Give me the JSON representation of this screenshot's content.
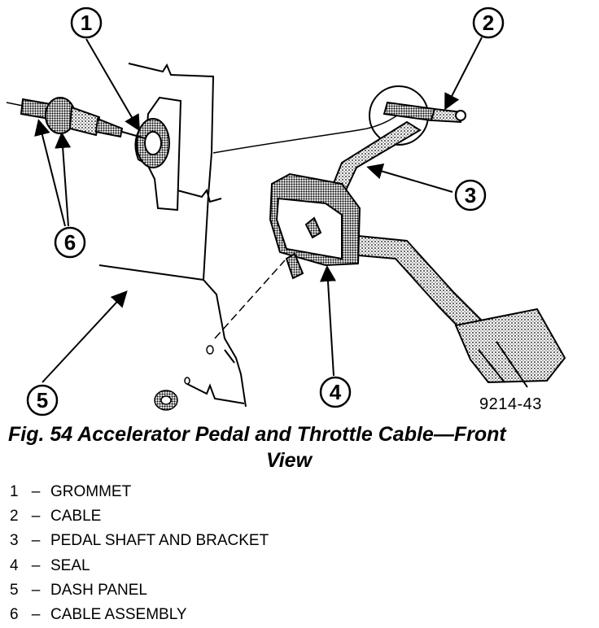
{
  "figure": {
    "code": "9214-43",
    "caption_line1": "Fig. 54 Accelerator Pedal and Throttle Cable—Front",
    "caption_line2": "View"
  },
  "callouts": [
    "1",
    "2",
    "3",
    "4",
    "5",
    "6"
  ],
  "legend": [
    {
      "num": "1",
      "dash": "–",
      "label": "GROMMET"
    },
    {
      "num": "2",
      "dash": "–",
      "label": "CABLE"
    },
    {
      "num": "3",
      "dash": "–",
      "label": "PEDAL SHAFT AND BRACKET"
    },
    {
      "num": "4",
      "dash": "–",
      "label": "SEAL"
    },
    {
      "num": "5",
      "dash": "–",
      "label": "DASH PANEL"
    },
    {
      "num": "6",
      "dash": "–",
      "label": "CABLE ASSEMBLY"
    }
  ]
}
